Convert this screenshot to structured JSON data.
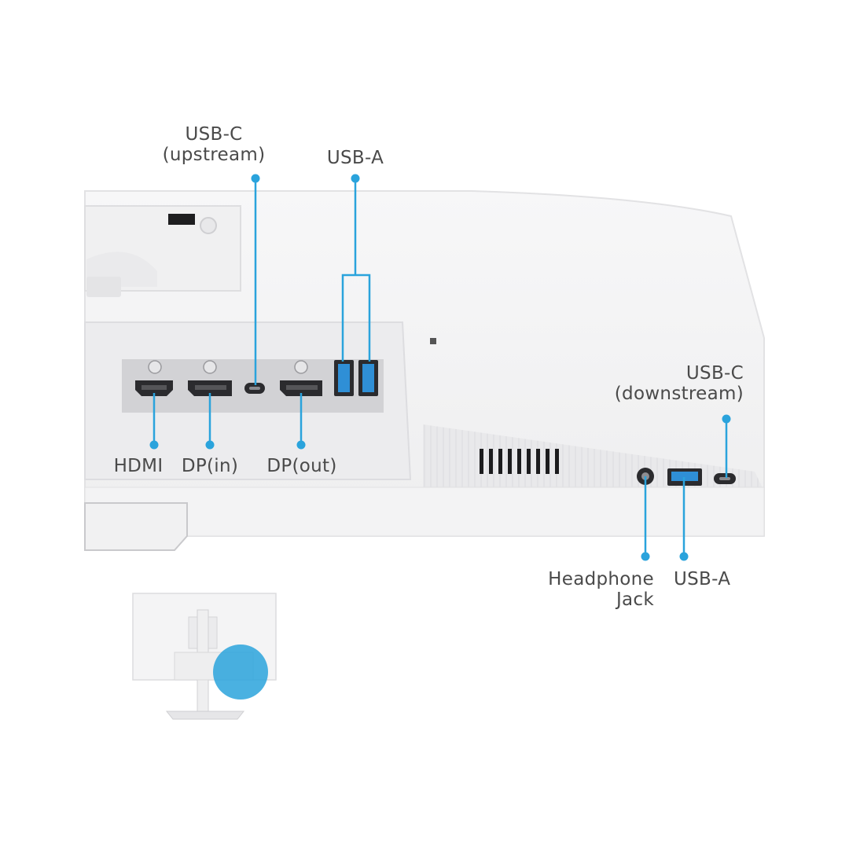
{
  "colors": {
    "accent": "#2aa3dc",
    "panel": "#f4f4f5",
    "port_bay": "#cfcfd2",
    "port": "#2b2b2e",
    "usb_a_blue": "#2f8fd6",
    "label_text": "#4a4a4a"
  },
  "labels": {
    "usb_c_upstream": [
      "USB-C",
      "(upstream)"
    ],
    "usb_a_top": "USB-A",
    "hdmi": "HDMI",
    "dp_in": "DP(in)",
    "dp_out": "DP(out)",
    "usb_c_downstream": [
      "USB-C",
      "(downstream)"
    ],
    "headphone_jack": [
      "Headphone",
      "Jack"
    ],
    "usb_a_side": "USB-A"
  }
}
